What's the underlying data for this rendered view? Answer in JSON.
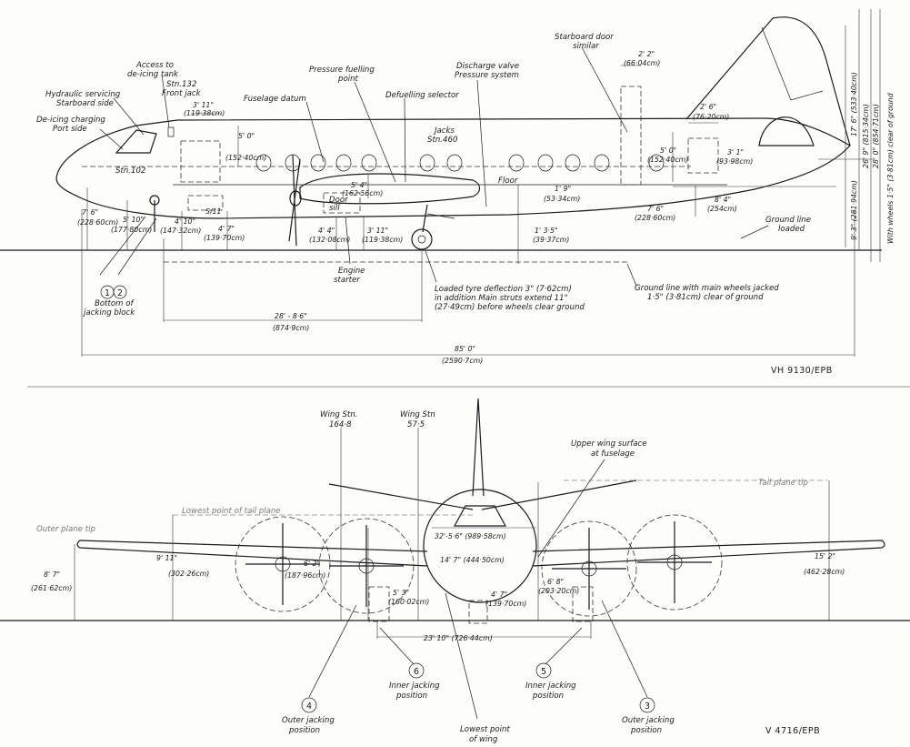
{
  "side_view": {
    "labels": {
      "access_deicing_tank": [
        "Access to",
        "de-icing tank"
      ],
      "stn_132": "Stn.132",
      "front_jack": "Front jack",
      "hydraulic_servicing": [
        "Hydraulic servicing",
        "Starboard side"
      ],
      "deicing_charging": [
        "De-icing charging",
        "Port side"
      ],
      "stn_102": "Stn.102",
      "fuselage_datum": "Fuselage datum",
      "pressure_fuelling": [
        "Pressure fuelling",
        "point"
      ],
      "defuelling_selector": "Defuelling selector",
      "jacks_stn_460": [
        "Jacks",
        "Stn.460"
      ],
      "discharge_valve": [
        "Discharge valve",
        "Pressure system"
      ],
      "floor": "Floor",
      "starboard_door": [
        "Starboard door",
        "similar"
      ],
      "door_sill": [
        "Door",
        "sill"
      ],
      "engine_starter": [
        "Engine",
        "starter"
      ],
      "ground_line_loaded": [
        "Ground line",
        "loaded"
      ],
      "bottom_jacking_block": [
        "Bottom of",
        "jacking block"
      ],
      "loaded_tyre": [
        "Loaded tyre deflection 3\" (7·62cm)",
        "in addition Main struts extend 11\"",
        "(27·49cm) before wheels clear ground"
      ],
      "ground_line_jacked": [
        "Ground line with main wheels jacked",
        "1·5\" (3·81cm) clear of ground"
      ],
      "wheels_clear": "With wheels 1·5\" (3·81cm) clear of ground",
      "circle_1": "1",
      "circle_2": "2",
      "ref": "VH 9130/EPB"
    },
    "dims": {
      "d_3_11": [
        "3' 11\"",
        "(119·38cm)"
      ],
      "d_5_0_a": [
        "5' 0\"",
        "(152·40cm)"
      ],
      "d_5_4": [
        "5' 4\"",
        "(162·56cm)"
      ],
      "d_1_9": [
        "1' 9\"",
        "(53·34cm)"
      ],
      "d_2_2": [
        "2' 2\"",
        "(66·04cm)"
      ],
      "d_2_6": [
        "2' 6\"",
        "(76·20cm)"
      ],
      "d_5_0_b": [
        "5' 0\"",
        "(152·40cm)"
      ],
      "d_3_1": [
        "3' 1\"",
        "(93·98cm)"
      ],
      "d_8_4": [
        "8' 4\"",
        "(254cm)"
      ],
      "d_7_6_b": [
        "7' 6\"",
        "(228·60cm)"
      ],
      "d_7_6_a": [
        "7' 6\"",
        "(228·60cm)"
      ],
      "d_5_10": [
        "5' 10\"",
        "(177·80cm)"
      ],
      "d_4_10": [
        "4' 10\"",
        "(147·32cm)"
      ],
      "d_4_7": [
        "4' 7\"",
        "(139·70cm)"
      ],
      "d_4_4": [
        "4' 4\"",
        "(132·08cm)"
      ],
      "d_3_11_b": [
        "3' 11\"",
        "(119·38cm)"
      ],
      "d_1_3_5": [
        "1' 3·5\"",
        "(39·37cm)"
      ],
      "d_28_8_6": [
        "28' - 8·6\"",
        "(874·9cm)"
      ],
      "d_85_0": [
        "85' 0\"",
        "(2590·7cm)"
      ],
      "d_17_6": "17' 6\" (533·40cm)",
      "d_26_9": "26' 9\" (815·34cm)",
      "d_28_0": "28' 0\" (854·71cm)",
      "d_9_3": "9' 3\" (281·94cm)",
      "stn_111": "S/11"
    }
  },
  "front_view": {
    "labels": {
      "wing_stn_164": [
        "Wing Stn.",
        "164·8"
      ],
      "wing_stn_57": [
        "Wing Stn",
        "57·5"
      ],
      "upper_wing_surface": [
        "Upper wing surface",
        "at fuselage"
      ],
      "tail_plane_tip": "Tail plane tip",
      "lowest_tail_plane": "Lowest point of tail plane",
      "outer_plane_tip": "Outer plane tip",
      "inner_jacking_6": [
        "Inner jacking",
        "position"
      ],
      "inner_jacking_5": [
        "Inner jacking",
        "position"
      ],
      "outer_jacking_4": [
        "Outer jacking",
        "position"
      ],
      "outer_jacking_3": [
        "Outer jacking",
        "position"
      ],
      "lowest_wing": [
        "Lowest point",
        "of wing"
      ],
      "circle_3": "3",
      "circle_4": "4",
      "circle_5": "5",
      "circle_6": "6",
      "ref": "V 4716/EPB"
    },
    "dims": {
      "d_32_5_6": "32'-5·6\" (989·58cm)",
      "d_14_7": "14' 7\" (444·50cm)",
      "d_9_11": [
        "9' 11\"",
        "(302·26cm)"
      ],
      "d_8_7": [
        "8' 7\"",
        "(261·62cm)"
      ],
      "d_15_2": [
        "15' 2\"",
        "(462·28cm)"
      ],
      "d_6_2": [
        "6' 2\"",
        "(187·96cm)"
      ],
      "d_5_3": [
        "5' 3\"",
        "(160·02cm)"
      ],
      "d_4_7": [
        "4' 7\"",
        "(139·70cm)"
      ],
      "d_6_8": [
        "6' 8\"",
        "(203·20cm)"
      ],
      "d_23_10": "23' 10\" (726·44cm)"
    }
  }
}
